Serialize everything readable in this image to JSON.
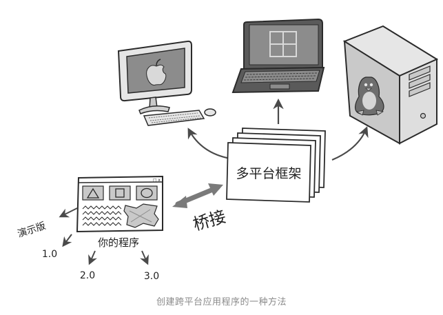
{
  "diagram": {
    "framework_label": "多平台框架",
    "app_label": "你的程序",
    "bridge_label": "桥接",
    "demo_label": "演示版",
    "versions": [
      "1.0",
      "2.0",
      "3.0"
    ],
    "app_window_controls": "_ □ x",
    "caption": "创建跨平台应用程序的一种方法"
  },
  "platforms": [
    {
      "name": "mac-desktop",
      "icon": "apple-logo-icon"
    },
    {
      "name": "windows-laptop",
      "icon": "windows-logo-icon"
    },
    {
      "name": "linux-server",
      "icon": "tux-penguin-icon"
    }
  ],
  "colors": {
    "line": "#2a2a2a",
    "screen": "#8c8c8c",
    "body_light": "#e6e6e6",
    "body_mid": "#c9c9c9",
    "body_dark": "#5a5a5a",
    "bridge_arrow": "#7a7a7a"
  }
}
